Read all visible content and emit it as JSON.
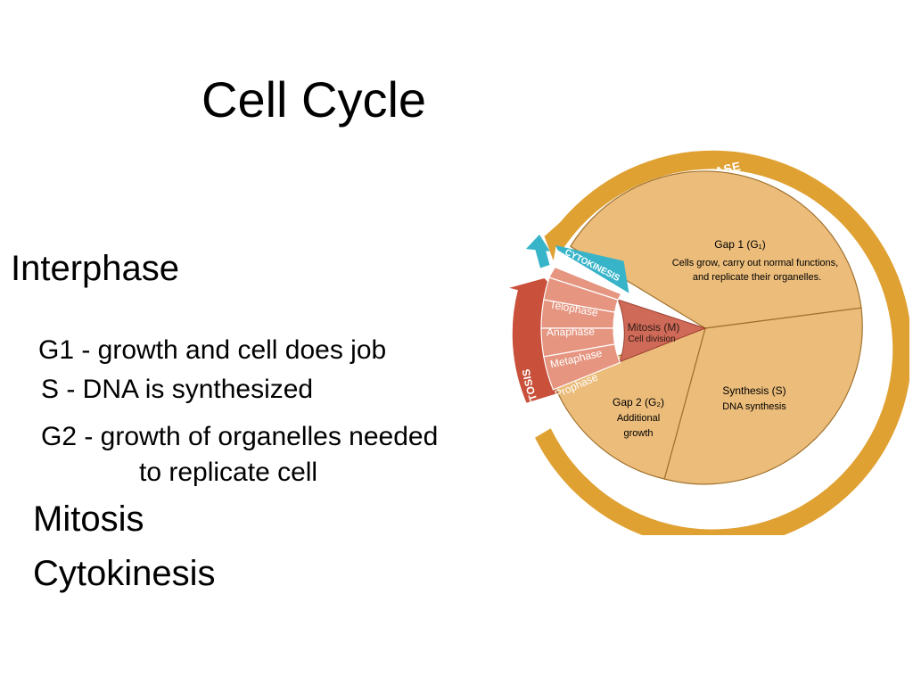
{
  "slide": {
    "title": "Cell Cycle",
    "sections": {
      "interphase": "Interphase",
      "g1": "G1 - growth and cell does job",
      "s": "S  - DNA is synthesized",
      "g2_line1": "G2  - growth of organelles needed",
      "g2_line2": "to replicate cell",
      "mitosis": "Mitosis",
      "cytokinesis": "Cytokinesis"
    }
  },
  "diagram": {
    "ring_labels": {
      "interphase": "INTERPHASE",
      "cytokinesis": "CYTOKINESIS",
      "mitosis": "MITOSIS"
    },
    "gap1": {
      "title": "Gap 1 (G₁)",
      "line1": "Cells grow, carry out normal functions,",
      "line2": "and replicate their organelles."
    },
    "synthesis": {
      "title": "Synthesis (S)",
      "line1": "DNA synthesis"
    },
    "gap2": {
      "title": "Gap 2 (G₂)",
      "line1": "Additional",
      "line2": "growth"
    },
    "mitosis_center": {
      "title": "Mitosis (M)",
      "line1": "Cell division"
    },
    "mitosis_phases": [
      "Telophase",
      "Anaphase",
      "Metaphase",
      "Prophase"
    ],
    "colors": {
      "ring": "#E0A133",
      "interphase_fill": "#EBBC7A",
      "interphase_edge": "#A0722E",
      "mitosis_fill": "#D06A58",
      "mitosis_phase_fill": "#E59580",
      "mitosis_arrow": "#C9503A",
      "cytokinesis": "#38B4C9",
      "label_text": "#ffffff"
    }
  }
}
